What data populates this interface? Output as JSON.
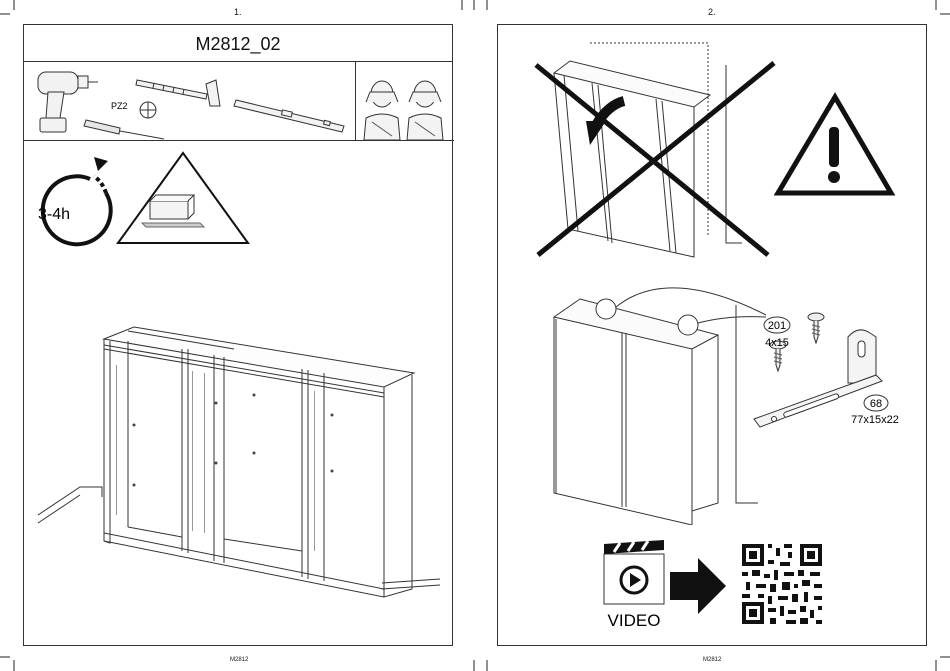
{
  "pages": [
    {
      "number": "1.",
      "title": "M2812_02",
      "tool_label": "PZ2",
      "time_label": "3-4h",
      "footer": "M2812"
    },
    {
      "number": "2.",
      "part_201_number": "201",
      "part_201_size": "4x15",
      "part_68_number": "68",
      "part_68_size": "77x15x22",
      "video_label": "VIDEO",
      "footer": "M2812"
    }
  ]
}
